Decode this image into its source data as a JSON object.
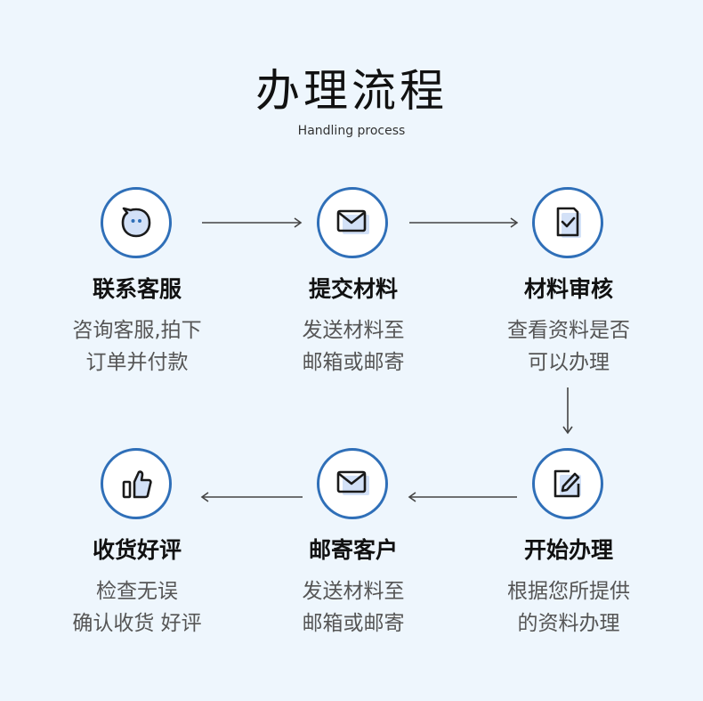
{
  "header": {
    "title": "办理流程",
    "subtitle": "Handling process"
  },
  "colors": {
    "accent": "#2f6fb8",
    "icon_fill": "#d3e1f7",
    "background": "#eef6fd"
  },
  "steps": [
    {
      "title": "联系客服",
      "desc_line1": "咨询客服,拍下",
      "desc_line2": "订单并付款",
      "icon": "chat-bubble-icon"
    },
    {
      "title": "提交材料",
      "desc_line1": "发送材料至",
      "desc_line2": "邮箱或邮寄",
      "icon": "envelope-icon"
    },
    {
      "title": "材料审核",
      "desc_line1": "查看资料是否",
      "desc_line2": "可以办理",
      "icon": "checked-document-icon"
    },
    {
      "title": "开始办理",
      "desc_line1": "根据您所提供",
      "desc_line2": "的资料办理",
      "icon": "edit-document-icon"
    },
    {
      "title": "邮寄客户",
      "desc_line1": "发送材料至",
      "desc_line2": "邮箱或邮寄",
      "icon": "envelope-icon"
    },
    {
      "title": "收货好评",
      "desc_line1": "检查无误",
      "desc_line2": "确认收货 好评",
      "icon": "thumbs-up-icon"
    }
  ]
}
